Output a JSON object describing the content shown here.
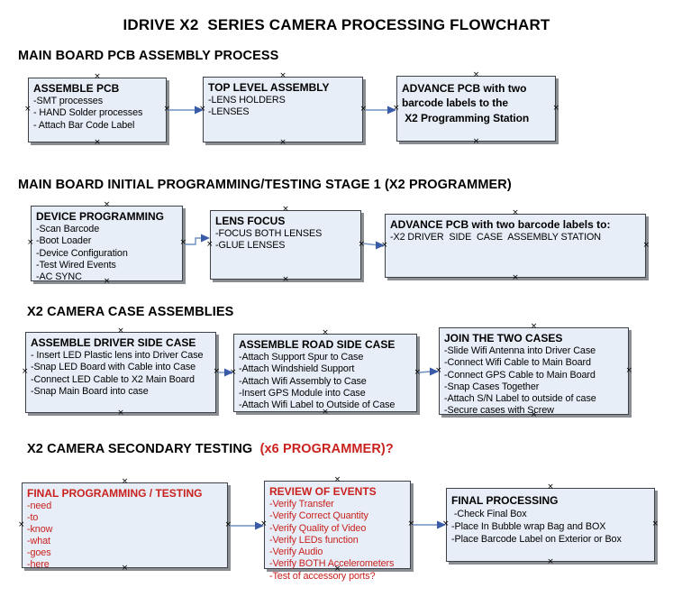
{
  "title": "IDRIVE X2  SERIES CAMERA PROCESSING FLOWCHART",
  "decor": {
    "anchor_glyph": "×"
  },
  "colors": {
    "box_fill": "#e8eef7",
    "box_border": "#3c4248",
    "shadow": "#8a8d91",
    "arrow_line": "#6f8fc0",
    "arrow_head": "#3a5ba8",
    "red_text": "#c9211d"
  },
  "sections": [
    {
      "heading": "MAIN BOARD PCB ASSEMBLY PROCESS",
      "boxes": [
        {
          "title": "ASSEMBLE PCB",
          "items": [
            "-SMT processes",
            "- HAND Solder processes",
            "- Attach Bar Code Label"
          ]
        },
        {
          "title": "TOP LEVEL ASSEMBLY",
          "items": [
            "-LENS HOLDERS",
            "-LENSES"
          ]
        },
        {
          "title": "ADVANCE PCB with two",
          "items": [
            "barcode labels to the",
            " X2 Programming Station"
          ]
        }
      ]
    },
    {
      "heading": "MAIN BOARD INITIAL PROGRAMMING/TESTING STAGE 1 (X2 PROGRAMMER)",
      "boxes": [
        {
          "title": "DEVICE PROGRAMMING",
          "items": [
            "-Scan Barcode",
            "-Boot Loader",
            "-Device Configuration",
            "-Test Wired Events",
            "-AC SYNC"
          ]
        },
        {
          "title": "LENS FOCUS",
          "items": [
            "-FOCUS BOTH LENSES",
            "-GLUE LENSES"
          ]
        },
        {
          "title": "ADVANCE PCB with two barcode labels to:",
          "items": [
            "-X2 DRIVER  SIDE  CASE  ASSEMBLY STATION"
          ]
        }
      ]
    },
    {
      "heading": "X2 CAMERA CASE ASSEMBLIES",
      "boxes": [
        {
          "title": "ASSEMBLE DRIVER SIDE CASE",
          "items": [
            "- Insert LED Plastic lens into Driver Case",
            "-Snap LED Board with Cable into Case",
            "-Connect LED Cable to X2 Main Board",
            "-Snap Main Board into case"
          ]
        },
        {
          "title": "ASSEMBLE ROAD SIDE CASE",
          "items": [
            "-Attach Support Spur to Case",
            "-Attach Windshield Support",
            "-Attach Wifi Assembly to Case",
            "-Insert GPS Module into Case",
            "-Attach Wifi Label to Outside of Case"
          ]
        },
        {
          "title": "JOIN THE TWO CASES",
          "items": [
            "-Slide Wifi Antenna into Driver Case",
            "-Connect Wifi Cable to Main Board",
            "-Connect GPS Cable to Main Board",
            "-Snap Cases Together",
            "-Attach S/N Label to outside of case",
            "-Secure cases with Screw"
          ]
        }
      ]
    },
    {
      "heading_black": "X2 CAMERA SECONDARY TESTING ",
      "heading_red": " (x6 PROGRAMMER)?",
      "boxes": [
        {
          "title": "FINAL PROGRAMMING / TESTING",
          "items": [
            "-need",
            "-to",
            "-know",
            "-what",
            "-goes",
            "-here"
          ]
        },
        {
          "title": "REVIEW OF EVENTS",
          "items": [
            "-Verify Transfer",
            "-Verify Correct Quantity",
            "-Verify Quality of Video",
            "-Verify LEDs function",
            "-Verify Audio",
            "-Verify BOTH Accelerometers",
            "-Test of accessory ports?"
          ]
        },
        {
          "title": "FINAL PROCESSING",
          "items": [
            " -Check Final Box",
            "-Place In Bubble wrap Bag and BOX",
            "-Place Barcode Label on Exterior or Box"
          ]
        }
      ]
    }
  ]
}
